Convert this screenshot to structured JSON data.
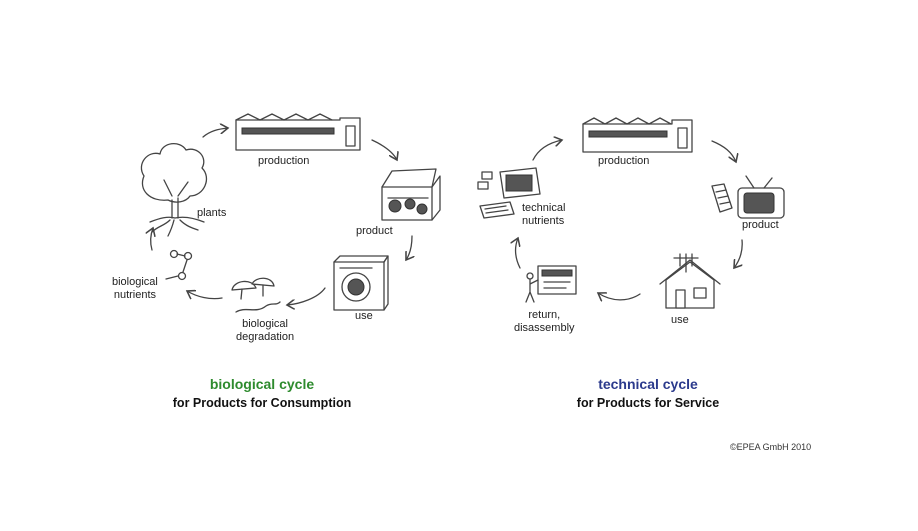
{
  "biological": {
    "labels": {
      "production": "production",
      "product": "product",
      "use": "use",
      "degradation": "biological\ndegradation",
      "nutrients": "biological\nnutrients",
      "plants": "plants"
    },
    "title": "biological cycle",
    "subtitle": "for Products for Consumption",
    "title_color": "#2e8b2e"
  },
  "technical": {
    "labels": {
      "production": "production",
      "product": "product",
      "use": "use",
      "return": "return,\ndisassembly",
      "nutrients": "technical\nnutrients"
    },
    "title": "technical cycle",
    "subtitle": "for Products for Service",
    "title_color": "#2b3a8c"
  },
  "copyright": "©EPEA GmbH 2010"
}
